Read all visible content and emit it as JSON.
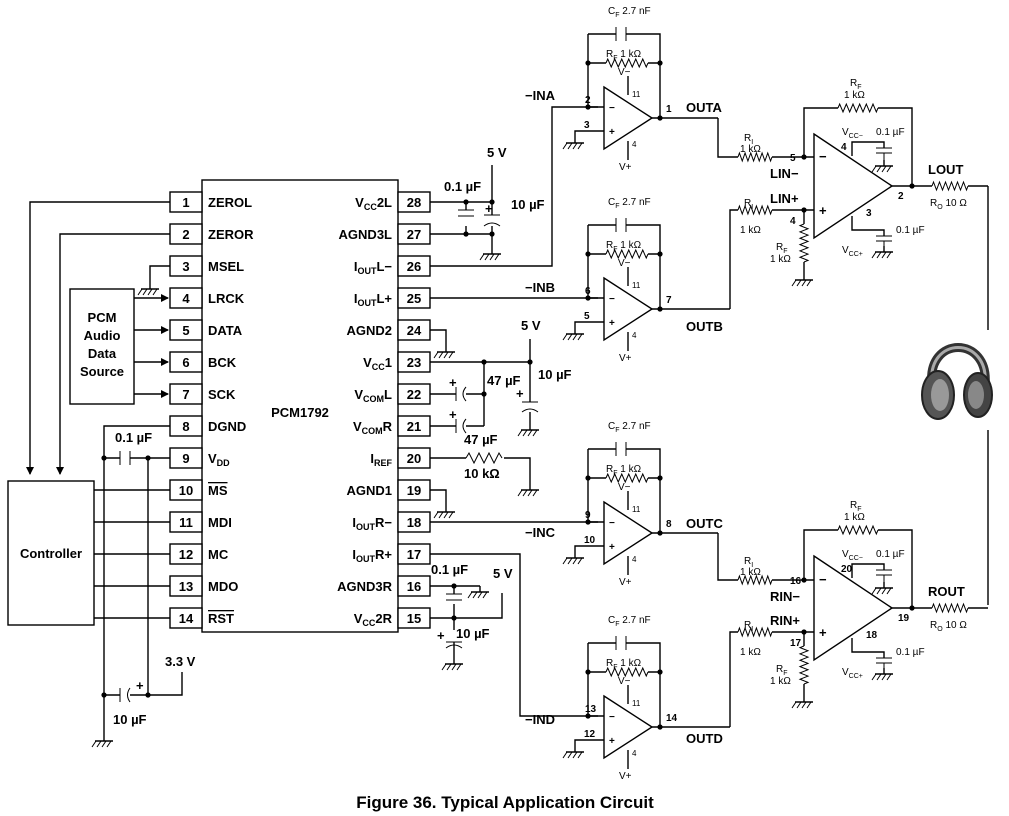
{
  "figure": {
    "caption": "Figure 36. Typical Application Circuit"
  },
  "blocks": {
    "controller": "Controller",
    "pcm_source": [
      "PCM",
      "Audio",
      "Data",
      "Source"
    ]
  },
  "ic": {
    "name": "PCM1792",
    "left_pins": [
      {
        "num": "1",
        "name": "ZEROL"
      },
      {
        "num": "2",
        "name": "ZEROR"
      },
      {
        "num": "3",
        "name": "MSEL"
      },
      {
        "num": "4",
        "name": "LRCK"
      },
      {
        "num": "5",
        "name": "DATA"
      },
      {
        "num": "6",
        "name": "BCK"
      },
      {
        "num": "7",
        "name": "SCK"
      },
      {
        "num": "8",
        "name": "DGND"
      },
      {
        "num": "9",
        "name": "V",
        "sub": "DD",
        "suffix": ""
      },
      {
        "num": "10",
        "name": "MS",
        "overline": true
      },
      {
        "num": "11",
        "name": "MDI"
      },
      {
        "num": "12",
        "name": "MC"
      },
      {
        "num": "13",
        "name": "MDO"
      },
      {
        "num": "14",
        "name": "RST",
        "overline": true
      }
    ],
    "right_pins": [
      {
        "num": "28",
        "name": "V",
        "sub": "CC",
        "suffix": "2L"
      },
      {
        "num": "27",
        "name": "AGND3L"
      },
      {
        "num": "26",
        "name": "I",
        "sub": "OUT",
        "suffix": "L−"
      },
      {
        "num": "25",
        "name": "I",
        "sub": "OUT",
        "suffix": "L+"
      },
      {
        "num": "24",
        "name": "AGND2"
      },
      {
        "num": "23",
        "name": "V",
        "sub": "CC",
        "suffix": "1"
      },
      {
        "num": "22",
        "name": "V",
        "sub": "COM",
        "suffix": "L"
      },
      {
        "num": "21",
        "name": "V",
        "sub": "COM",
        "suffix": "R"
      },
      {
        "num": "20",
        "name": "I",
        "sub": "REF",
        "suffix": ""
      },
      {
        "num": "19",
        "name": "AGND1"
      },
      {
        "num": "18",
        "name": "I",
        "sub": "OUT",
        "suffix": "R−"
      },
      {
        "num": "17",
        "name": "I",
        "sub": "OUT",
        "suffix": "R+"
      },
      {
        "num": "16",
        "name": "AGND3R"
      },
      {
        "num": "15",
        "name": "V",
        "sub": "CC",
        "suffix": "2R"
      }
    ]
  },
  "supplies": {
    "v5": "5 V",
    "v33": "3.3 V"
  },
  "components": {
    "c01uF": "0.1 µF",
    "c10uF": "10 µF",
    "c47uF": "47 µF",
    "r10k": "10 kΩ",
    "cf_label": "C",
    "cf_sub": "F",
    "cf_value": "2.7 nF",
    "rf_label": "R",
    "rf_sub": "F",
    "rf_value": "1 kΩ",
    "ri_label": "R",
    "ri_sub": "I",
    "ri_value": "1 kΩ",
    "ro_label": "R",
    "ro_sub": "O",
    "ro_value": "10 Ω",
    "cap_small": "0.1 µF"
  },
  "opamps": {
    "vminus": "V−",
    "vplus": "V+",
    "stages": [
      {
        "input": "−INA",
        "inv_pin": "2",
        "noninv_pin": "3",
        "out_pin": "1",
        "pwr_top": "11",
        "pwr_bot": "4",
        "output": "OUTA"
      },
      {
        "input": "−INB",
        "inv_pin": "6",
        "noninv_pin": "5",
        "out_pin": "7",
        "pwr_top": "11",
        "pwr_bot": "4",
        "output": "OUTB"
      },
      {
        "input": "−INC",
        "inv_pin": "9",
        "noninv_pin": "10",
        "out_pin": "8",
        "pwr_top": "11",
        "pwr_bot": "4",
        "output": "OUTC"
      },
      {
        "input": "−IND",
        "inv_pin": "13",
        "noninv_pin": "12",
        "out_pin": "14",
        "pwr_top": "11",
        "pwr_bot": "4",
        "output": "OUTD"
      }
    ],
    "diff": [
      {
        "neg_label": "LIN−",
        "pos_label": "LIN+",
        "neg_pin": "5",
        "pos_pin": "4",
        "out_pin": "2",
        "vcc_neg_pin": "4",
        "vcc_pos_pin": "3",
        "output": "LOUT"
      },
      {
        "neg_label": "RIN−",
        "pos_label": "RIN+",
        "neg_pin": "16",
        "pos_pin": "17",
        "out_pin": "19",
        "vcc_neg_pin": "20",
        "vcc_pos_pin": "18",
        "output": "ROUT"
      }
    ],
    "vcc_minus_label": "V",
    "vcc_minus_sub": "CC−",
    "vcc_plus_label": "V",
    "vcc_plus_sub": "CC+"
  },
  "icons": {
    "headphones": "headphones-icon",
    "ground": "ground-symbol"
  }
}
